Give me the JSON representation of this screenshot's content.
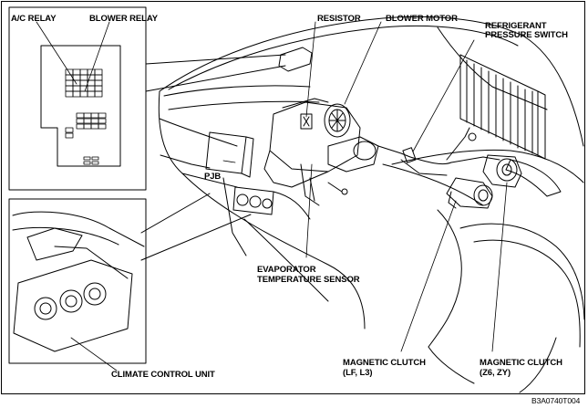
{
  "labels": {
    "ac_relay": "A/C RELAY",
    "blower_relay": "BLOWER RELAY",
    "resistor": "RESISTOR",
    "blower_motor": "BLOWER MOTOR",
    "refrigerant_pressure_switch_1": "REFRIGERANT",
    "refrigerant_pressure_switch_2": "PRESSURE SWITCH",
    "pjb": "PJB",
    "evaporator_temp_sensor_1": "EVAPORATOR",
    "evaporator_temp_sensor_2": "TEMPERATURE SENSOR",
    "magnetic_clutch_lf_1": "MAGNETIC CLUTCH",
    "magnetic_clutch_lf_2": "(LF, L3)",
    "magnetic_clutch_z6_1": "MAGNETIC CLUTCH",
    "magnetic_clutch_z6_2": "(Z6, ZY)",
    "climate_control_unit": "CLIMATE CONTROL UNIT"
  },
  "figure_code": "B3A0740T004"
}
